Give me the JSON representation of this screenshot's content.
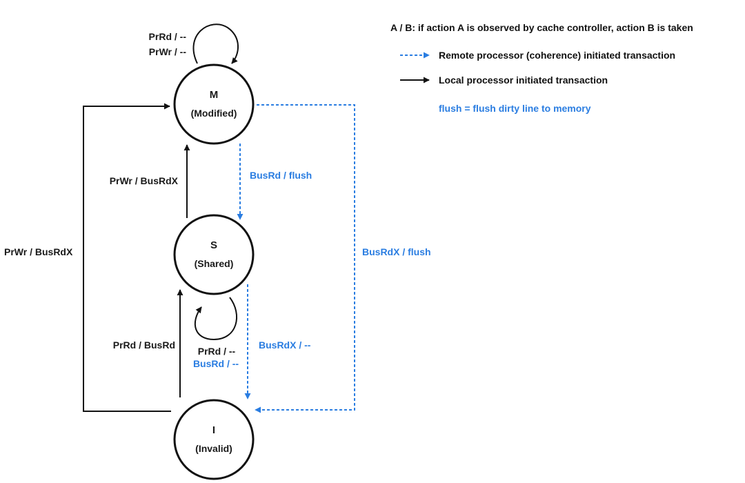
{
  "states": {
    "modified": {
      "letter": "M",
      "name": "(Modified)"
    },
    "shared": {
      "letter": "S",
      "name": "(Shared)"
    },
    "invalid": {
      "letter": "I",
      "name": "(Invalid)"
    }
  },
  "transitions": {
    "m_self_read": "PrRd / --",
    "m_self_write": "PrWr / --",
    "i_to_m": "PrWr / BusRdX",
    "s_to_m": "PrWr / BusRdX",
    "m_to_s": "BusRd / flush",
    "m_to_i": "BusRdX / flush",
    "i_to_s": "PrRd / BusRd",
    "s_self_read": "PrRd / --",
    "s_self_busrd": "BusRd / --",
    "s_to_i": "BusRdX / --"
  },
  "legend": {
    "notation": "A / B: if action A is observed by cache controller,  action B is taken",
    "remote": "Remote processor (coherence) initiated transaction",
    "local": "Local processor initiated transaction",
    "flush_note": "flush = flush dirty line to memory"
  },
  "colors": {
    "local": "#111111",
    "remote": "#2a7de1"
  }
}
